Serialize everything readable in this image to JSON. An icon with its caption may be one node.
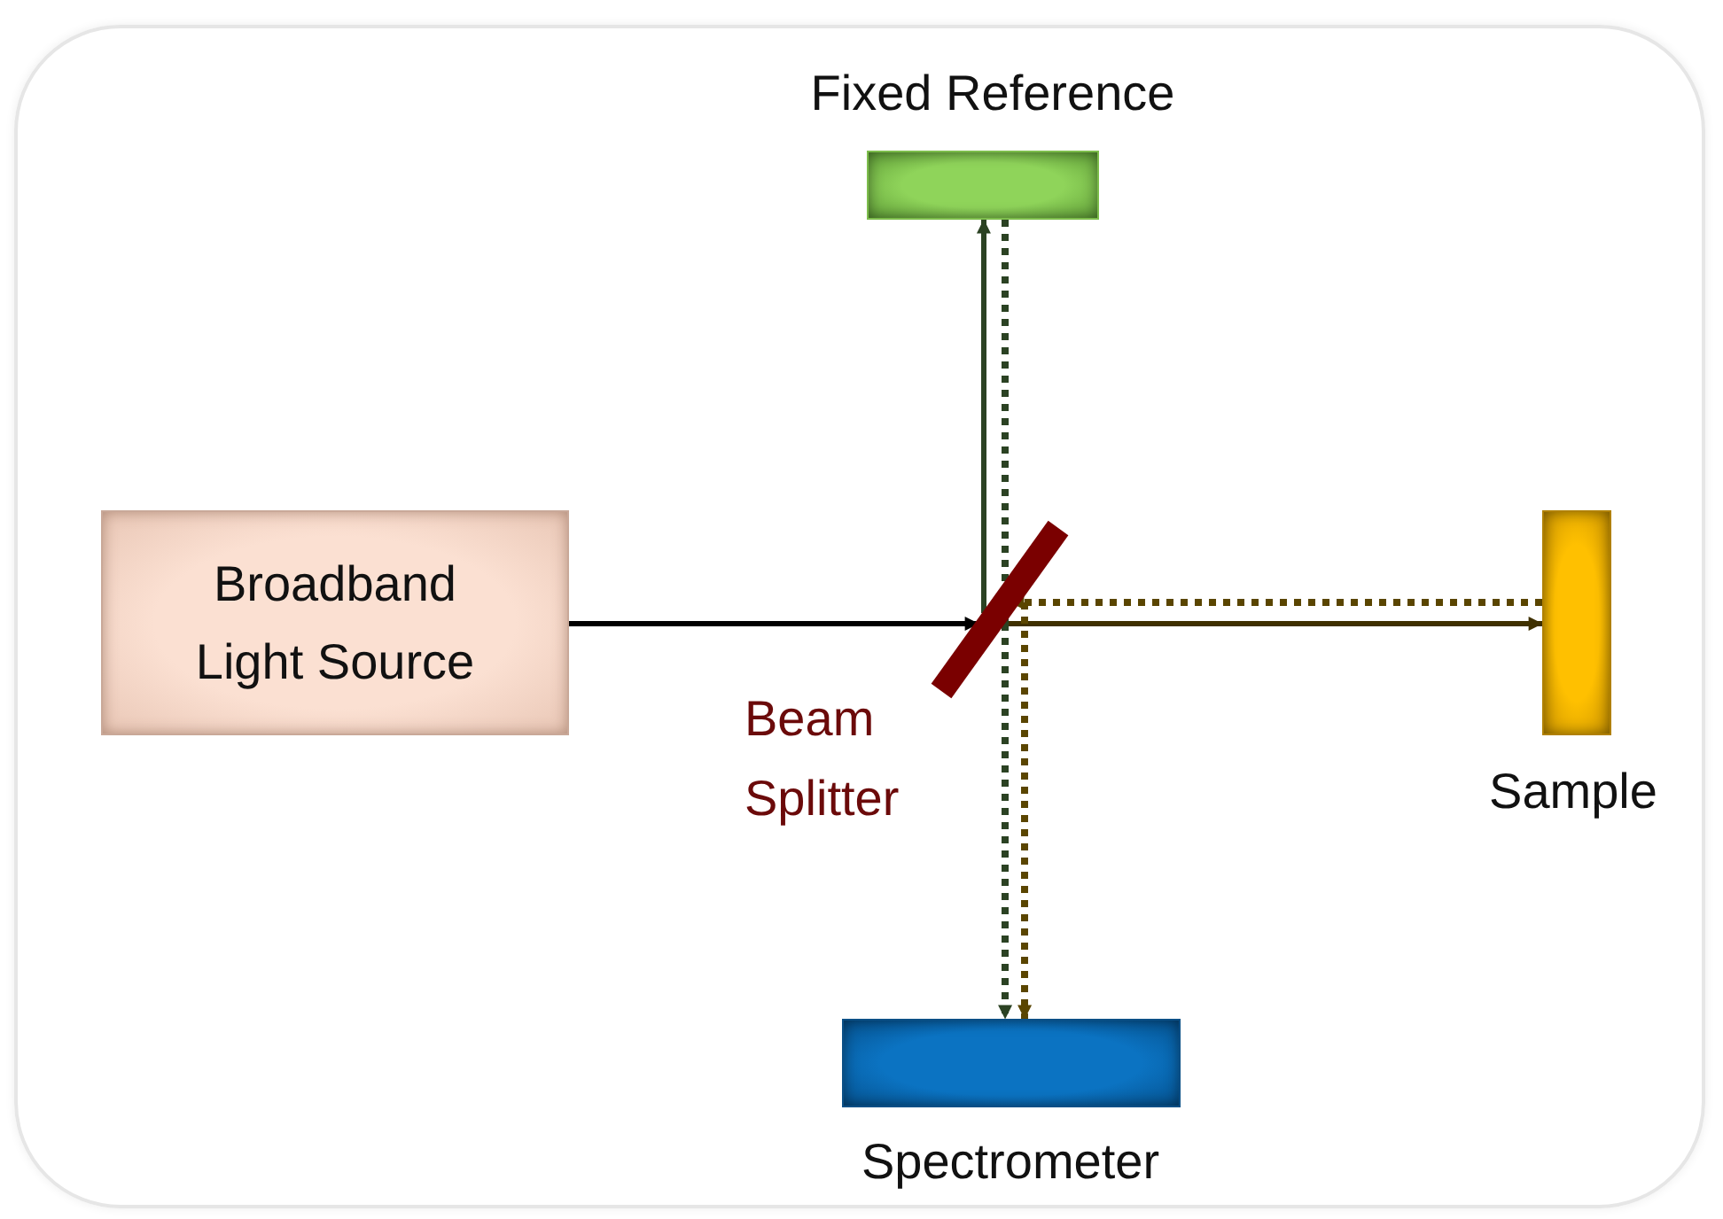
{
  "diagram": {
    "nodes": [
      {
        "text": [
          "Broadband Light Source"
        ]
      },
      {
        "text": [
          "Fixed Reference"
        ]
      },
      {
        "text": [
          "Beam Splitter"
        ]
      },
      {
        "text": [
          "Sample"
        ]
      },
      {
        "text": [
          "Spectrometer"
        ]
      }
    ],
    "edges": [
      {
        "from": 0,
        "to": 2,
        "arrow": "to"
      },
      {
        "from": 2,
        "to": 1,
        "arrow": "to",
        "color": "#2b4223"
      },
      {
        "from": 2,
        "to": 3,
        "arrow": "to",
        "color": "#3f3000"
      },
      {
        "from": 1,
        "to": 2,
        "arrow": "none",
        "style": "dashed",
        "color": "#2b4223"
      },
      {
        "from": 2,
        "to": 4,
        "arrow": "to",
        "style": "dashed",
        "color": "#2b4223"
      },
      {
        "from": 3,
        "to": 2,
        "arrow": "to",
        "style": "dashed",
        "color": "#5a4500"
      },
      {
        "from": 2,
        "to": 4,
        "arrow": "to",
        "style": "dashed",
        "color": "#5a4500"
      }
    ]
  }
}
